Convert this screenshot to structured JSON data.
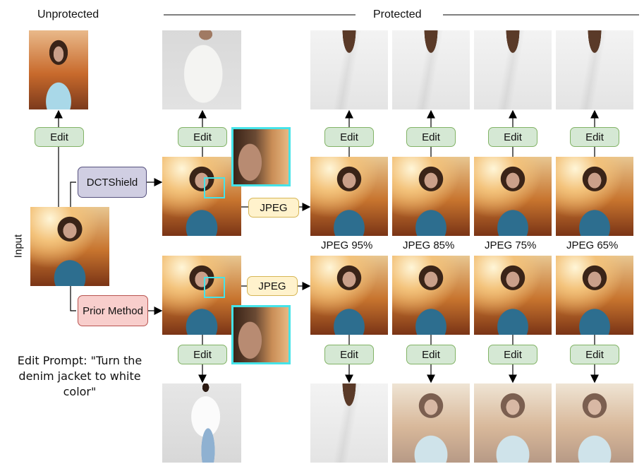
{
  "labels": {
    "unprotected": "Unprotected",
    "protected": "Protected",
    "input": "Input",
    "edit_prompt": "Edit Prompt: \"Turn the denim jacket to white color\""
  },
  "methods": {
    "dctshield": "DCTShield",
    "prior": "Prior Method"
  },
  "ops": {
    "edit": "Edit",
    "jpeg": "JPEG"
  },
  "quality_labels": [
    "JPEG 95%",
    "JPEG 85%",
    "JPEG 75%",
    "JPEG 65%"
  ],
  "colors": {
    "edit_fill": "#d5e8d4",
    "edit_border": "#82b366",
    "jpeg_fill": "#fff2cc",
    "jpeg_border": "#d6b656",
    "dct_fill": "#d0cee2",
    "dct_border": "#56517e",
    "prior_fill": "#f8cecc",
    "prior_border": "#b85450",
    "zoom_border": "#45e3e8"
  }
}
